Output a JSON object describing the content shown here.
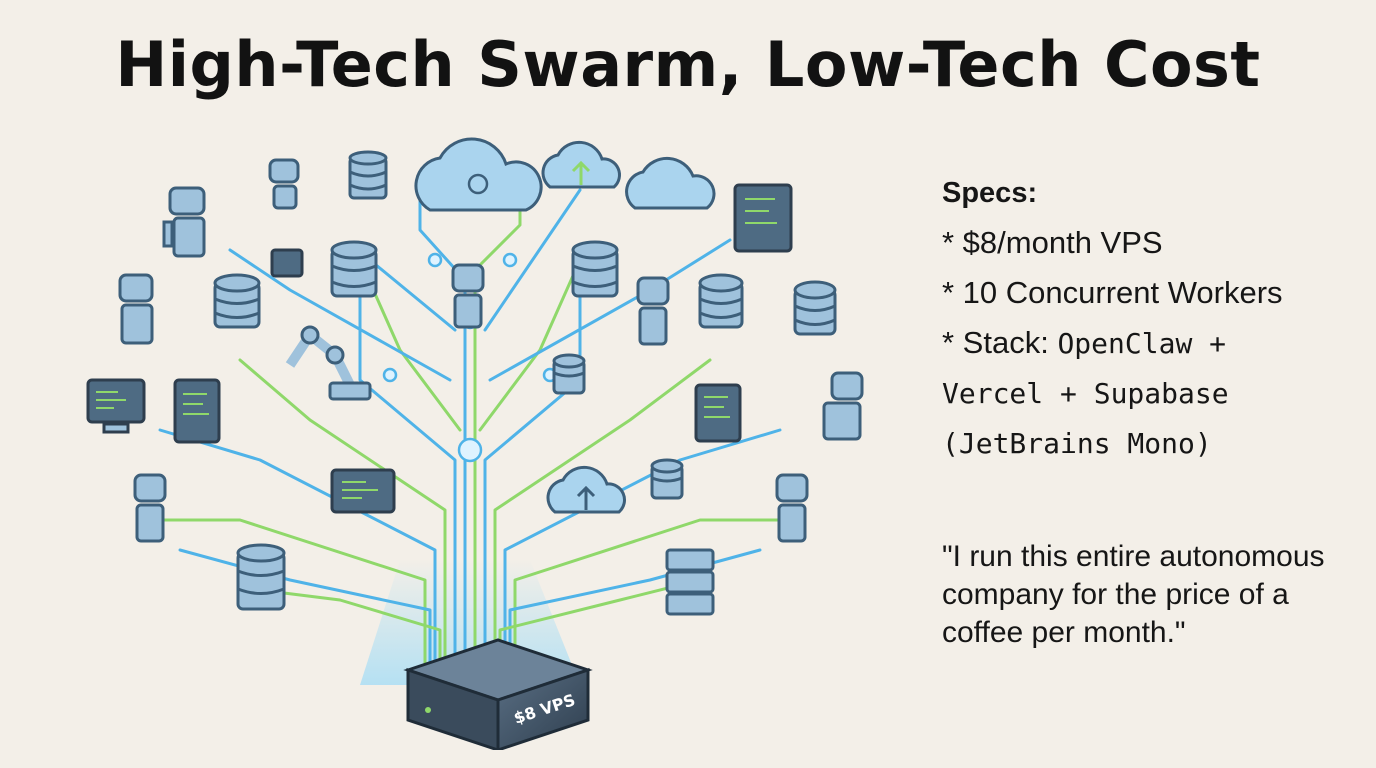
{
  "title": "High-Tech Swarm, Low-Tech Cost",
  "specs": {
    "heading": "Specs:",
    "line1": "* $8/month VPS",
    "line2": "* 10 Concurrent Workers",
    "line3": "* Stack: ",
    "line3_mono": "OpenClaw +",
    "line4_mono": "Vercel + Supabase",
    "line5_mono": "(JetBrains Mono)"
  },
  "quote": "\"I run this entire autonomous company for the price of a coffee per month.\"",
  "server_label": "$8 VPS",
  "colors": {
    "background": "#f3efe8",
    "circuit_blue": "#4fb3e8",
    "circuit_green": "#8fd86a",
    "device_fill": "#9fc2dc",
    "device_stroke": "#3d5f7a",
    "server_dark": "#2e3e4e"
  }
}
